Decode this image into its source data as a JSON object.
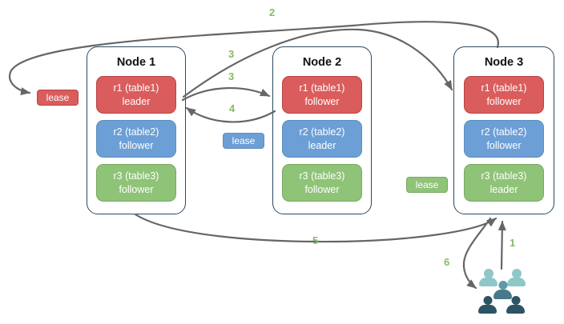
{
  "diagram": {
    "nodes": [
      {
        "title": "Node 1",
        "replicas": [
          {
            "name": "r1 (table1)",
            "role": "leader",
            "color": "red"
          },
          {
            "name": "r2 (table2)",
            "role": "follower",
            "color": "blue"
          },
          {
            "name": "r3 (table3)",
            "role": "follower",
            "color": "green"
          }
        ]
      },
      {
        "title": "Node 2",
        "replicas": [
          {
            "name": "r1 (table1)",
            "role": "follower",
            "color": "red"
          },
          {
            "name": "r2 (table2)",
            "role": "leader",
            "color": "blue"
          },
          {
            "name": "r3 (table3)",
            "role": "follower",
            "color": "green"
          }
        ]
      },
      {
        "title": "Node 3",
        "replicas": [
          {
            "name": "r1 (table1)",
            "role": "follower",
            "color": "red"
          },
          {
            "name": "r2 (table2)",
            "role": "follower",
            "color": "blue"
          },
          {
            "name": "r3 (table3)",
            "role": "leader",
            "color": "green"
          }
        ]
      }
    ],
    "leases": [
      {
        "label": "lease",
        "color": "red"
      },
      {
        "label": "lease",
        "color": "blue"
      },
      {
        "label": "lease",
        "color": "green"
      }
    ],
    "arrow_labels": {
      "l1": "1",
      "l2": "2",
      "l3a": "3",
      "l3b": "3",
      "l4": "4",
      "l5": "5",
      "l6": "6"
    },
    "people_icon": "users-group"
  },
  "colors": {
    "red-fill": "#db5c5c",
    "red-stroke": "#b94442",
    "blue-fill": "#6c9fd6",
    "blue-stroke": "#5b8ec0",
    "green-fill": "#8fc378",
    "green-stroke": "#79a860",
    "node-stroke": "#2b4a62",
    "arrow": "#666666",
    "label-green": "#84bb6a",
    "people-light": "#8fc7c9",
    "people-mid": "#47798a",
    "people-mid-head": "#5f99a4",
    "people-dark": "#2d5365",
    "text-light": "#ffffff",
    "title": "#111111"
  }
}
